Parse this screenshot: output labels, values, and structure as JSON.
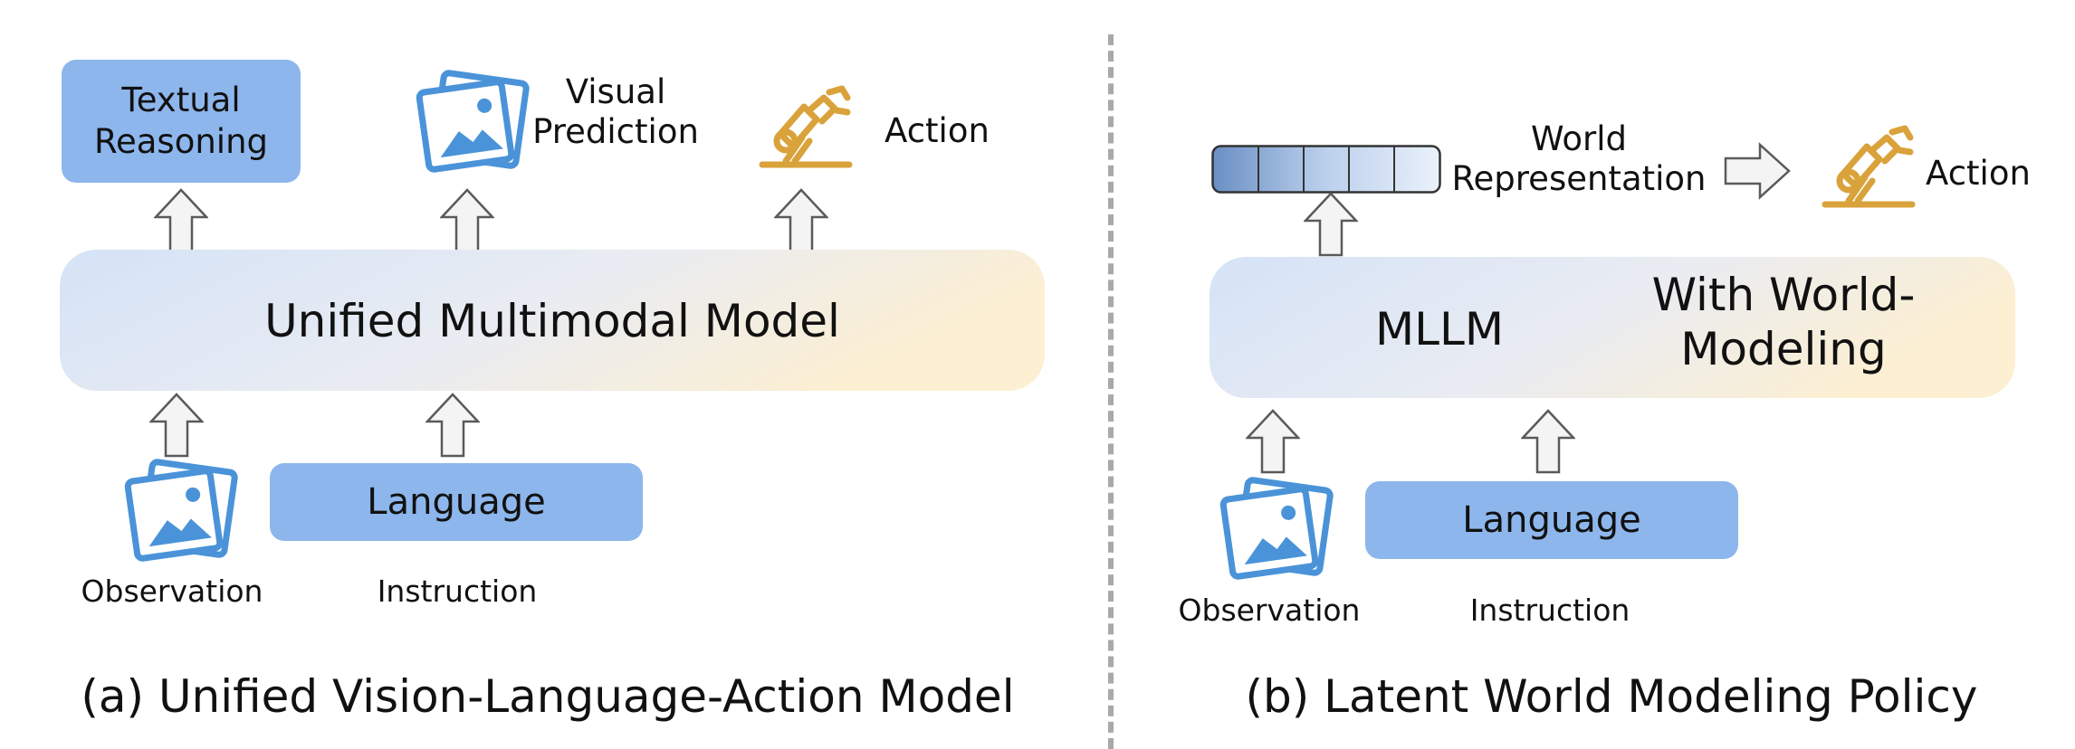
{
  "colors": {
    "box_blue": "#8db6ec",
    "bar_left": "#d6e4f7",
    "bar_right": "#fbefd3",
    "icon_blue": "#4a93d8",
    "robot_gold": "#d9a23a",
    "divider": "#a9a9a9"
  },
  "left_panel": {
    "outputs": {
      "textual": "Textual\nReasoning",
      "visual": "Visual\nPrediction",
      "action": "Action"
    },
    "model_label": "Unified Multimodal Model",
    "inputs": {
      "language_box": "Language",
      "observation_label": "Observation",
      "instruction_label": "Instruction"
    },
    "caption": "(a) Unified Vision-Language-Action Model"
  },
  "right_panel": {
    "world_rep_label": "World\nRepresentation",
    "action_label": "Action",
    "mllm_label": "MLLM",
    "world_modeling_label": "With World-\nModeling",
    "inputs": {
      "language_box": "Language",
      "observation_label": "Observation",
      "instruction_label": "Instruction"
    },
    "caption": "(b) Latent World Modeling Policy"
  }
}
